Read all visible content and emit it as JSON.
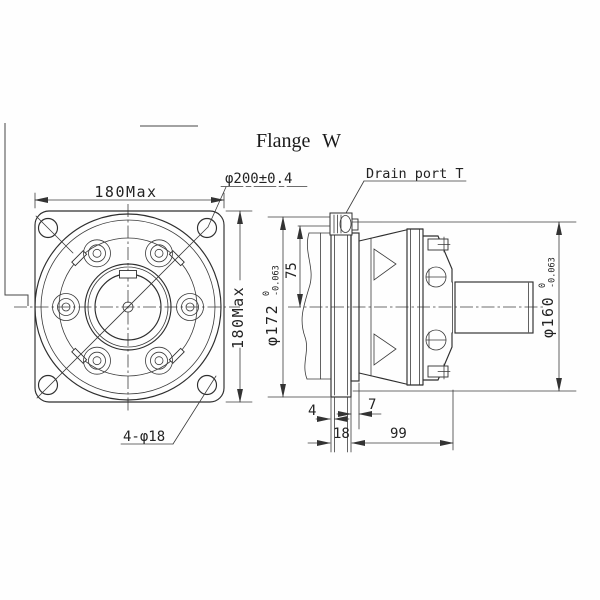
{
  "title": "Flange W",
  "front_view": {
    "dim_width": "180Max",
    "dim_height": "180Max",
    "dim_pilot": "φ200±0.4",
    "dim_holes": "4-φ18"
  },
  "side_view": {
    "drain_label": "Drain port T",
    "dim_drain_offset": "75",
    "dim_spigot": {
      "dia": "φ172",
      "tol_upper": "0",
      "tol_lower": "-0.063"
    },
    "dim_shaft_body": {
      "dia": "φ160",
      "tol_upper": "0",
      "tol_lower": "-0.063"
    },
    "dim_gasket": "4",
    "dim_spigot_len": "7",
    "dim_plate_thickness": "18",
    "dim_body_length": "99"
  }
}
